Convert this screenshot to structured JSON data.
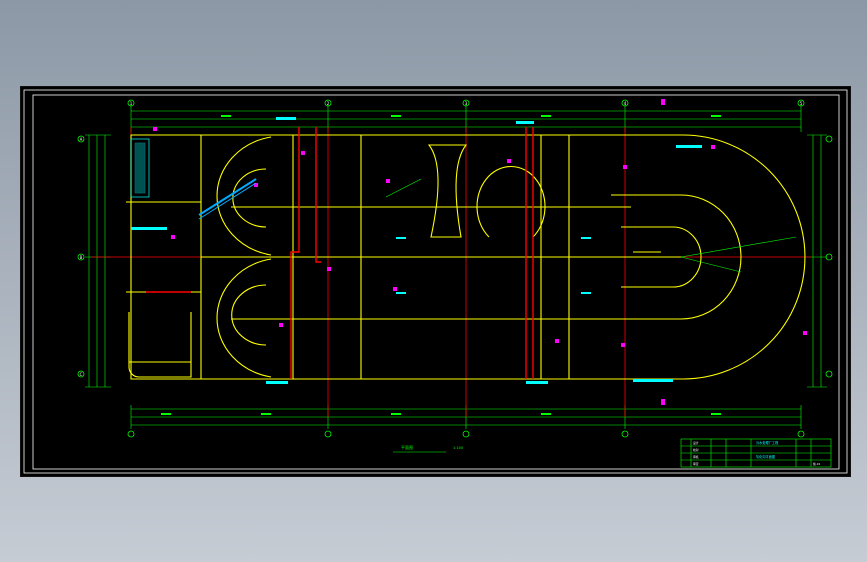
{
  "drawing": {
    "view_title": "平面图",
    "view_scale": "1:100",
    "background": "#000000",
    "colors": {
      "frame": "#ffffff",
      "outline": "#ffff00",
      "dimension": "#00ff00",
      "axis": "#ff0000",
      "text": "#00ffff",
      "tag": "#ff00ff",
      "hatch": "#ffff00"
    }
  },
  "grid_bubbles": [
    {
      "label": "1"
    },
    {
      "label": "2"
    },
    {
      "label": "3"
    },
    {
      "label": "4"
    },
    {
      "label": "5"
    }
  ],
  "row_bubbles": [
    {
      "label": "A"
    },
    {
      "label": "B"
    },
    {
      "label": "C"
    }
  ],
  "title_block": {
    "project": "污水处理厂工程",
    "drawing_name": "氧化沟平面图",
    "rows": [
      "设计",
      "校对",
      "审核",
      "审定"
    ],
    "drawing_no": "施-01"
  }
}
